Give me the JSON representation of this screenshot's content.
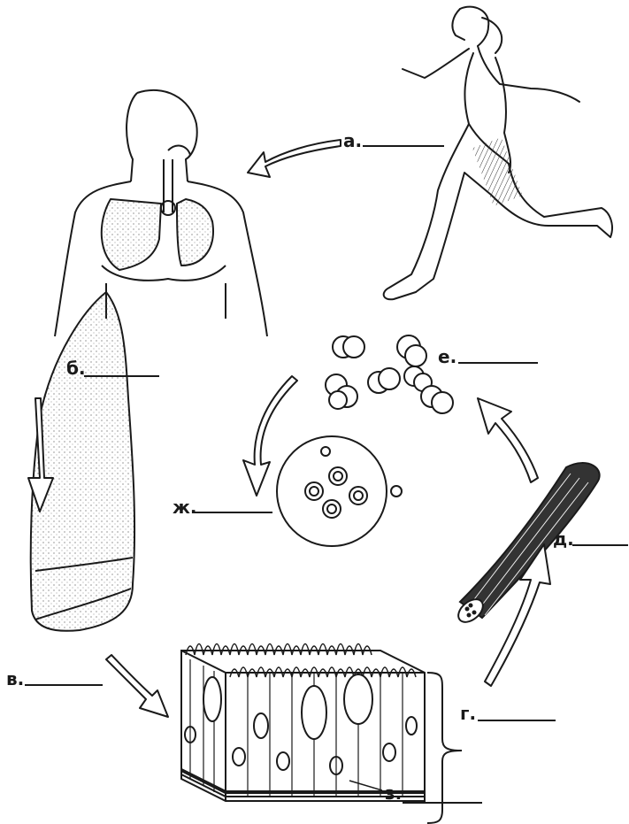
{
  "labels": {
    "a": "а.",
    "b": "б.",
    "v": "в.",
    "g": "г.",
    "d": "д.",
    "e": "е.",
    "zh": "ж.",
    "z": "з."
  },
  "colors": {
    "ink": "#1a1a1a",
    "background": "#ffffff"
  },
  "figures": [
    "runner",
    "respiratory-system",
    "lung-lobe",
    "ciliated-epithelium",
    "muscle-fiber",
    "blood-cells",
    "single-cell"
  ]
}
